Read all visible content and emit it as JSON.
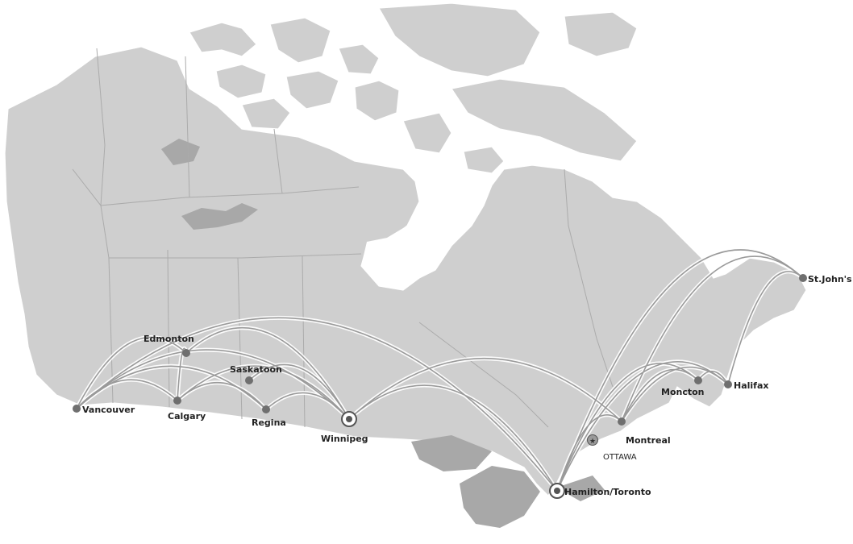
{
  "map": {
    "hubs": [
      {
        "id": "winnipeg",
        "label": "Winnipeg"
      },
      {
        "id": "hamilton",
        "label": "Hamilton/Toronto"
      }
    ],
    "cities": [
      {
        "id": "vancouver",
        "label": "Vancouver"
      },
      {
        "id": "calgary",
        "label": "Calgary"
      },
      {
        "id": "edmonton",
        "label": "Edmonton"
      },
      {
        "id": "saskatoon",
        "label": "Saskatoon"
      },
      {
        "id": "regina",
        "label": "Regina"
      },
      {
        "id": "montreal",
        "label": "Montreal"
      },
      {
        "id": "moncton",
        "label": "Moncton"
      },
      {
        "id": "halifax",
        "label": "Halifax"
      },
      {
        "id": "stjohns",
        "label": "St.John's"
      }
    ],
    "capital": {
      "id": "ottawa",
      "label": "OTTAWA"
    },
    "routes": [
      [
        "vancouver",
        "calgary"
      ],
      [
        "vancouver",
        "edmonton"
      ],
      [
        "vancouver",
        "regina"
      ],
      [
        "vancouver",
        "winnipeg"
      ],
      [
        "vancouver",
        "hamilton"
      ],
      [
        "calgary",
        "edmonton"
      ],
      [
        "calgary",
        "regina"
      ],
      [
        "calgary",
        "winnipeg"
      ],
      [
        "edmonton",
        "winnipeg"
      ],
      [
        "saskatoon",
        "winnipeg"
      ],
      [
        "regina",
        "winnipeg"
      ],
      [
        "winnipeg",
        "hamilton"
      ],
      [
        "winnipeg",
        "montreal"
      ],
      [
        "hamilton",
        "montreal"
      ],
      [
        "hamilton",
        "moncton"
      ],
      [
        "hamilton",
        "halifax"
      ],
      [
        "hamilton",
        "stjohns"
      ],
      [
        "montreal",
        "moncton"
      ],
      [
        "montreal",
        "halifax"
      ],
      [
        "montreal",
        "stjohns"
      ],
      [
        "moncton",
        "halifax"
      ],
      [
        "halifax",
        "stjohns"
      ]
    ],
    "colors": {
      "land": "#cfcfcf",
      "water": "#9e9e9e",
      "route": "#9a9a9a",
      "city": "#6f6f6f"
    }
  }
}
